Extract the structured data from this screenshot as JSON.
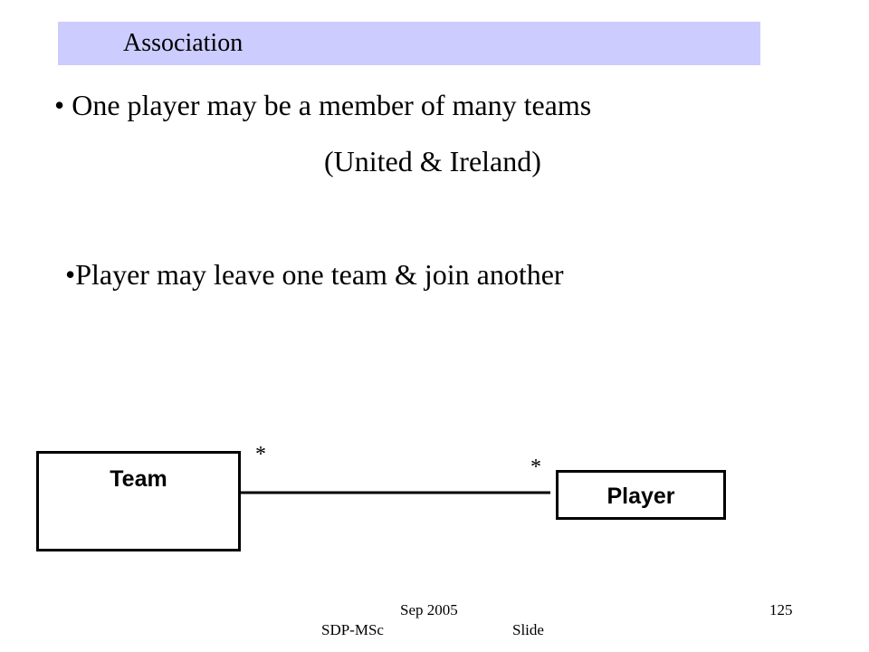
{
  "title": "Association",
  "bullets": [
    {
      "text": "• One player may be a member of many teams",
      "continuation": "(United & Ireland)"
    },
    {
      "text": "•Player may leave one team & join another"
    }
  ],
  "diagram": {
    "classes": [
      {
        "name": "Team"
      },
      {
        "name": "Player"
      }
    ],
    "association": {
      "team_multiplicity": "*",
      "player_multiplicity": "*"
    }
  },
  "footer": {
    "date": "Sep 2005",
    "course": "SDP-MSc",
    "slide_label": "Slide",
    "page_number": "125"
  },
  "colors": {
    "title_bar": "#ccccff",
    "line": "#000000"
  }
}
